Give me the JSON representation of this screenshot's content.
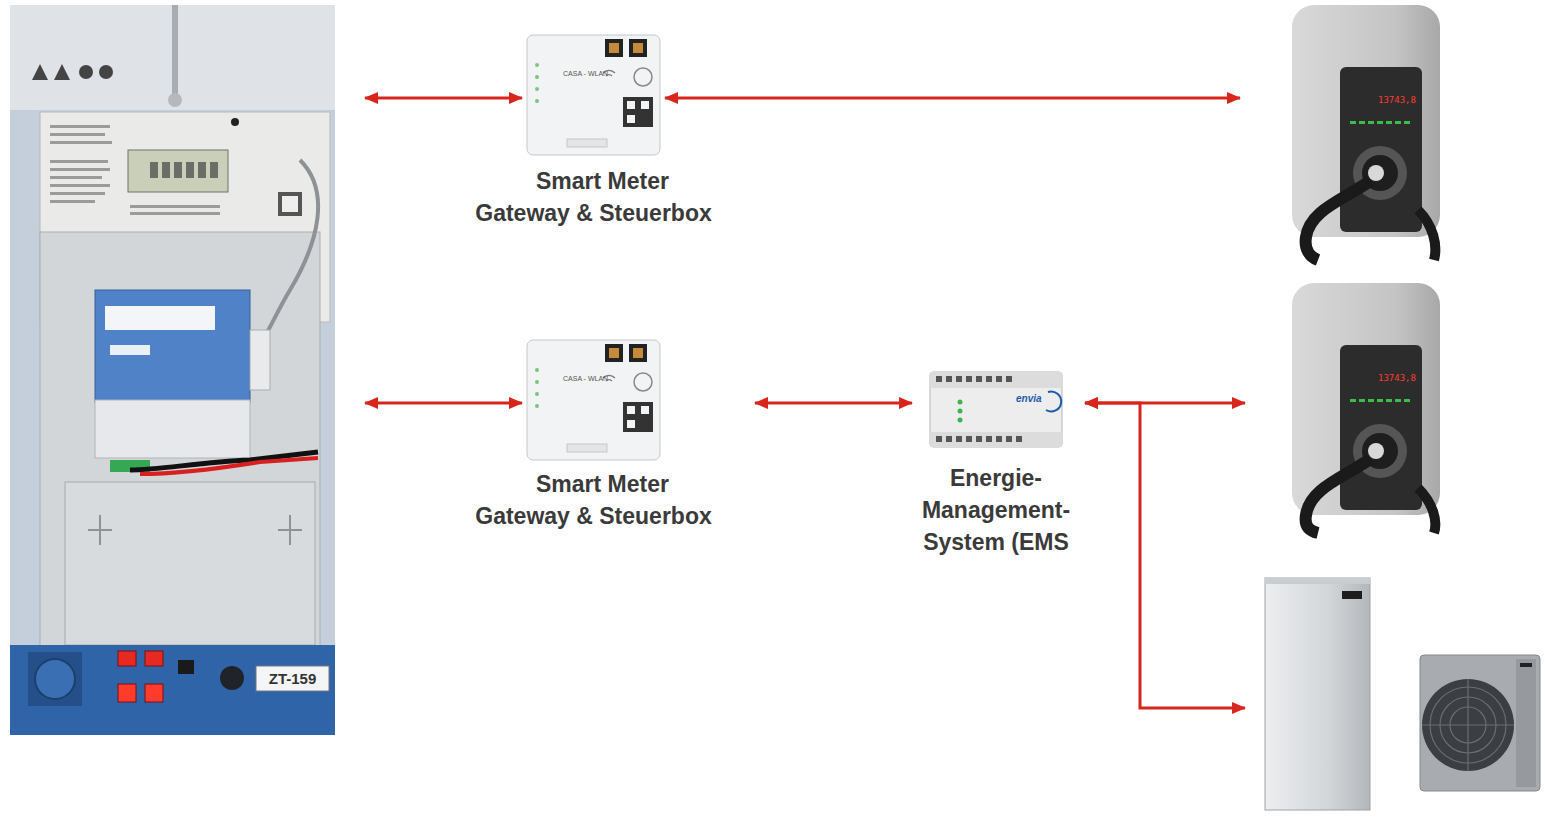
{
  "diagram": {
    "nodes": [
      {
        "text": [
          "ZT-159"
        ]
      },
      {
        "text": [
          "CASA - WLAN",
          "Smart Meter Gateway & Steuerbox"
        ]
      },
      {
        "text": [
          "13743,8"
        ]
      },
      {
        "text": [
          "CASA - WLAN",
          "Smart Meter Gateway & Steuerbox"
        ]
      },
      {
        "text": [
          "envia",
          "Energie- Management- System (EMS"
        ]
      },
      {
        "text": [
          "13743,8"
        ]
      },
      {
        "text": []
      }
    ],
    "edges": [
      {
        "from": 0,
        "to": 1,
        "arrow": "both"
      },
      {
        "from": 1,
        "to": 2,
        "arrow": "both"
      },
      {
        "from": 0,
        "to": 3,
        "arrow": "both"
      },
      {
        "from": 3,
        "to": 4,
        "arrow": "both"
      },
      {
        "from": 4,
        "to": 5,
        "arrow": "both"
      },
      {
        "from": 4,
        "to": 6,
        "arrow": "both"
      }
    ]
  }
}
